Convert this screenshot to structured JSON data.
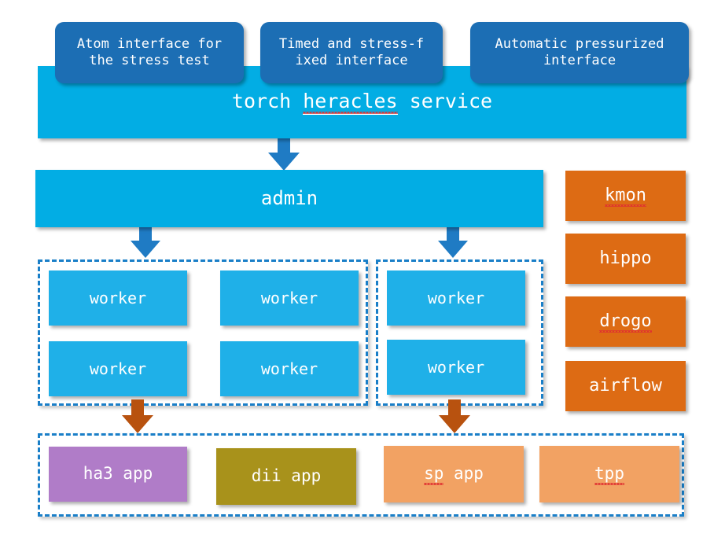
{
  "diagram": {
    "title": "torch heracles service architecture",
    "colors": {
      "dark_blue": "#1c6eb4",
      "cyan": "#02ade4",
      "worker_cyan": "#1fb0e8",
      "orange": "#dd6b14",
      "brown_arrow": "#b8520f",
      "blue_arrow": "#1f7bc4",
      "app_purple": "#b07cc8",
      "app_olive": "#a8921b",
      "app_peach": "#f2a263",
      "dash_border": "#1a7fc8"
    },
    "interfaces": [
      {
        "id": "atom-interface",
        "label": "Atom interface for\nthe stress test"
      },
      {
        "id": "timed-fixed-interface",
        "label": "Timed and stress-f\nixed interface"
      },
      {
        "id": "automatic-pressurized-interface",
        "label": "Automatic pressurized\ninterface"
      }
    ],
    "service_band": {
      "prefix": "torch ",
      "emphasis": "heracles",
      "suffix": " service"
    },
    "admin": {
      "label": "admin"
    },
    "worker_groups": [
      {
        "id": "worker-group-left",
        "workers": [
          {
            "label": "worker"
          },
          {
            "label": "worker"
          },
          {
            "label": "worker"
          },
          {
            "label": "worker"
          }
        ]
      },
      {
        "id": "worker-group-right",
        "workers": [
          {
            "label": "worker"
          },
          {
            "label": "worker"
          }
        ]
      }
    ],
    "side_rail": [
      {
        "id": "kmon",
        "label": "kmon",
        "misspelled": true
      },
      {
        "id": "hippo",
        "label": "hippo",
        "misspelled": false
      },
      {
        "id": "drogo",
        "label": "drogo",
        "misspelled": true
      },
      {
        "id": "airflow",
        "label": "airflow",
        "misspelled": false
      }
    ],
    "apps": [
      {
        "id": "ha3-app",
        "label": "ha3 app",
        "color": "purple",
        "misspelled": false
      },
      {
        "id": "dii-app",
        "label": "dii app",
        "color": "olive",
        "misspelled": false
      },
      {
        "id": "sp-app",
        "label": "sp app",
        "color": "peach",
        "misspelled": true,
        "mis_part": "sp"
      },
      {
        "id": "tpp-app",
        "label": "tpp",
        "color": "peach",
        "misspelled": true,
        "mis_part": "tpp"
      }
    ],
    "arrows": [
      {
        "id": "arrow-service-to-admin",
        "color": "blue",
        "direction": "down"
      },
      {
        "id": "arrow-admin-to-worker-left",
        "color": "blue",
        "direction": "down"
      },
      {
        "id": "arrow-admin-to-worker-right",
        "color": "blue",
        "direction": "down"
      },
      {
        "id": "arrow-worker-left-to-apps",
        "color": "brown",
        "direction": "down"
      },
      {
        "id": "arrow-worker-right-to-apps",
        "color": "brown",
        "direction": "down"
      }
    ]
  }
}
